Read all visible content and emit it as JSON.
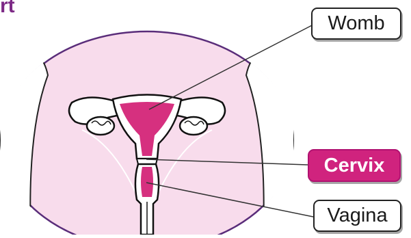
{
  "fragment_text": "rt",
  "colors": {
    "outline": "#5a2d7a",
    "body_fill": "#f8dcec",
    "organ_fill": "#d6307f",
    "label_highlight_bg": "#d0237e",
    "line": "#333333"
  },
  "labels": [
    {
      "id": "womb",
      "text": "Womb",
      "highlight": false
    },
    {
      "id": "cervix",
      "text": "Cervix",
      "highlight": true
    },
    {
      "id": "vagina",
      "text": "Vagina",
      "highlight": false
    }
  ]
}
